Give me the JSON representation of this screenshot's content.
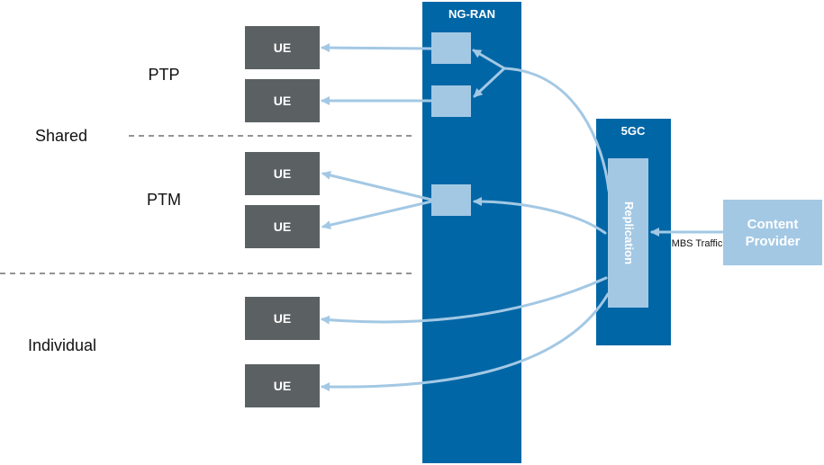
{
  "colors": {
    "ngran": "#0066a6",
    "core": "#0066a6",
    "box_light": "#a3c8e4",
    "ue": "#5b6163",
    "arrow": "#a3c8e4",
    "divider": "#555555",
    "text_dark": "#111111",
    "text_white": "#ffffff"
  },
  "ngran": {
    "label": "NG-RAN"
  },
  "core": {
    "label": "5GC",
    "replication_label": "Replication"
  },
  "content_provider": {
    "line1": "Content",
    "line2": "Provider"
  },
  "traffic_label": "MBS Traffic",
  "sections": {
    "shared": "Shared",
    "ptp": "PTP",
    "ptm": "PTM",
    "individual": "Individual"
  },
  "ue_label": "UE",
  "ues": [
    {
      "group": "ptp"
    },
    {
      "group": "ptp"
    },
    {
      "group": "ptm"
    },
    {
      "group": "ptm"
    },
    {
      "group": "individual"
    },
    {
      "group": "individual"
    }
  ]
}
